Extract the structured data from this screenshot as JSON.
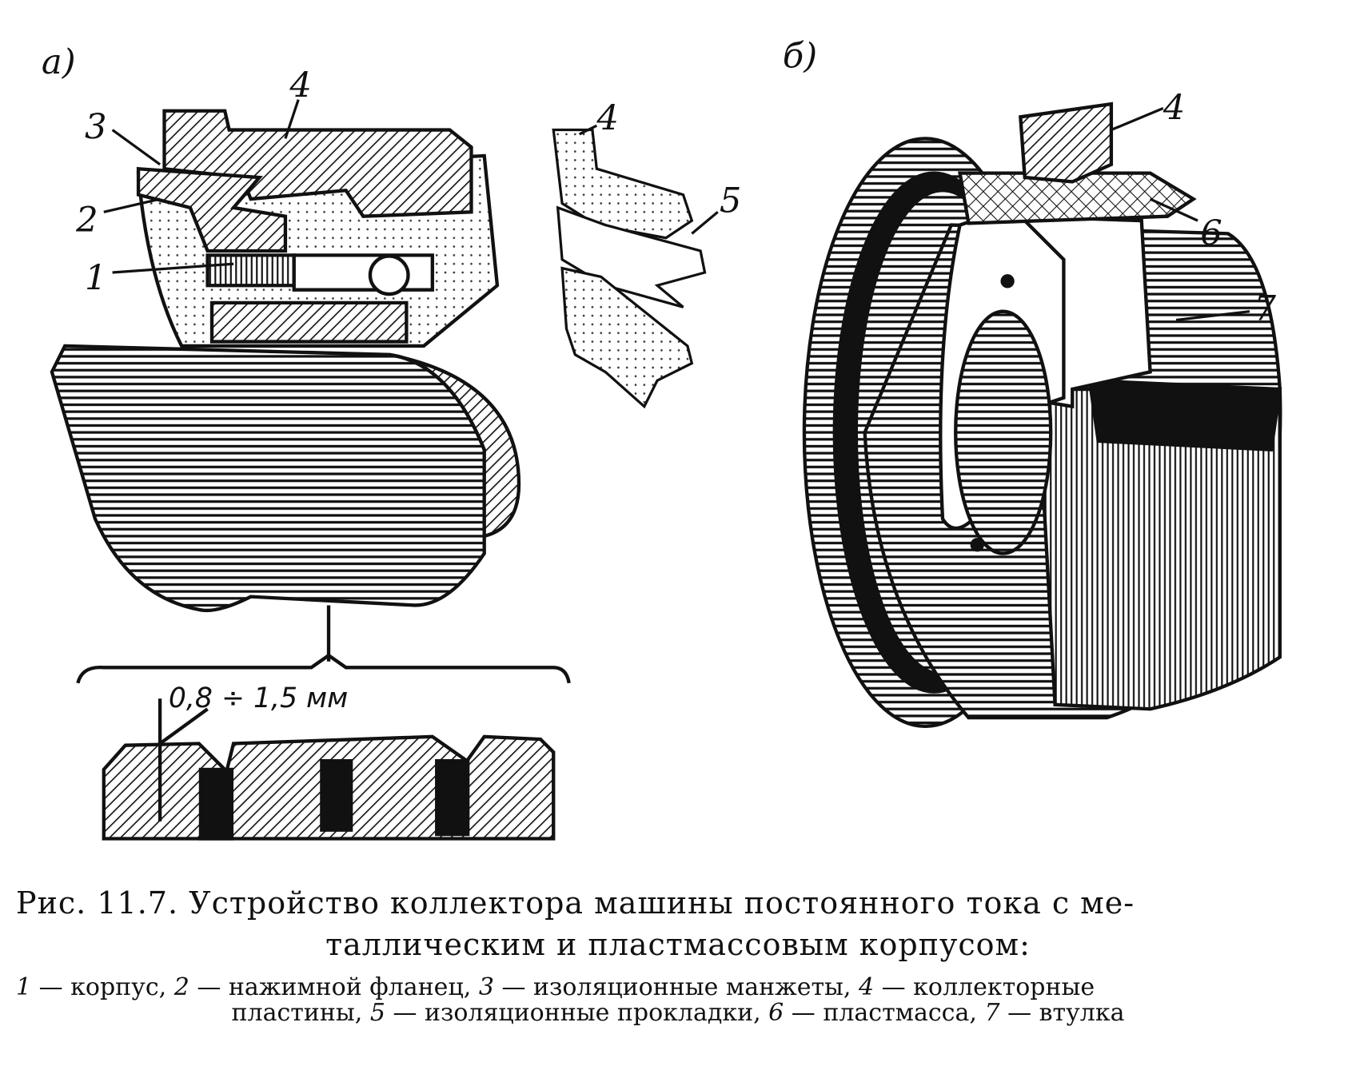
{
  "figure": {
    "panel_a_label": "а)",
    "panel_b_label": "б)",
    "panel_a_callouts": [
      "4",
      "3",
      "2",
      "1"
    ],
    "parts_callouts": [
      "4",
      "5"
    ],
    "panel_b_callouts": [
      "4",
      "6",
      "7"
    ],
    "dimension_label": "0,8 ÷ 1,5 мм"
  },
  "caption": {
    "line1": "Рис. 11.7. Устройство коллектора машины постоянного тока с ме-",
    "line2": "таллическим и пластмассовым корпусом:",
    "legend": [
      {
        "num": "1",
        "text": " — корпус, "
      },
      {
        "num": "2",
        "text": " — нажимной фланец, "
      },
      {
        "num": "3",
        "text": " — изоляционные манжеты, "
      },
      {
        "num": "4",
        "text": " — коллекторные"
      },
      {
        "num": "",
        "text": "пластины, "
      },
      {
        "num": "5",
        "text": " — изоляционные прокладки, "
      },
      {
        "num": "6",
        "text": " — пластмасса, "
      },
      {
        "num": "7",
        "text": " — втулка"
      }
    ]
  }
}
